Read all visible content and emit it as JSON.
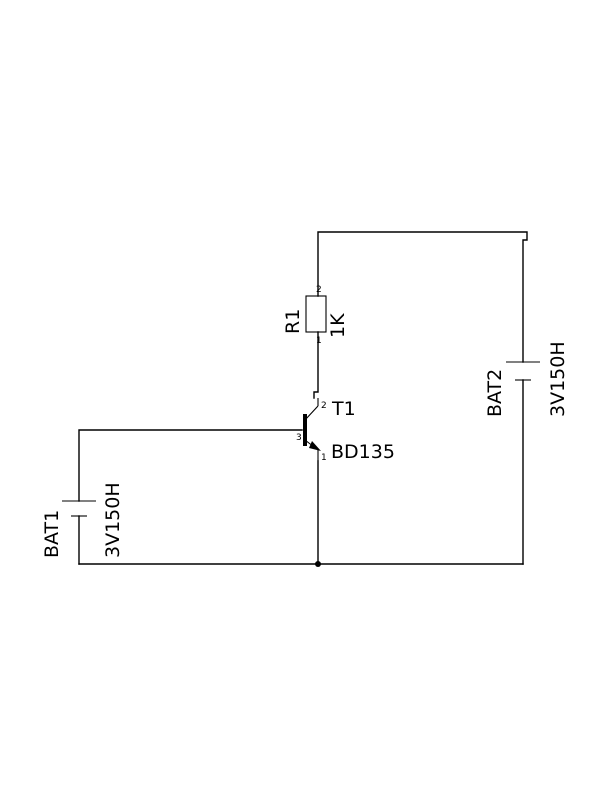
{
  "components": {
    "bat1": {
      "ref": "BAT1",
      "value": "3V150H"
    },
    "bat2": {
      "ref": "BAT2",
      "value": "3V150H"
    },
    "r1": {
      "ref": "R1",
      "value": "1K",
      "pin_top": "2",
      "pin_bottom": "1"
    },
    "t1": {
      "ref": "T1",
      "value": "BD135",
      "pin_collector": "2",
      "pin_base": "3",
      "pin_emitter": "1"
    }
  }
}
